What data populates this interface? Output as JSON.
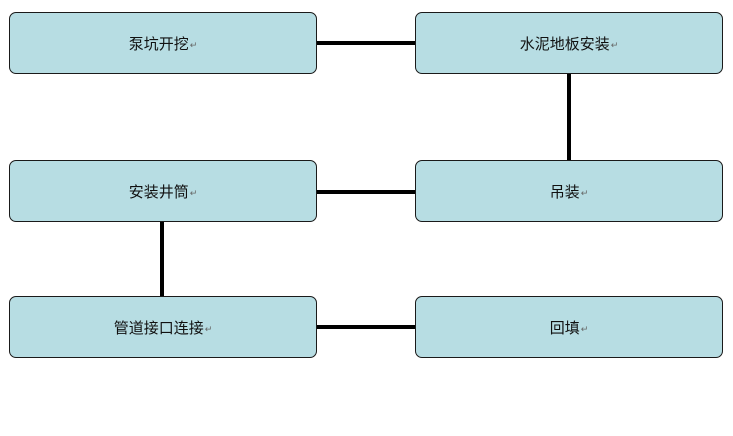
{
  "diagram": {
    "nodes": [
      {
        "id": "n1",
        "label": "泵坑开挖",
        "mark": "↵"
      },
      {
        "id": "n2",
        "label": "水泥地板安装",
        "mark": "↵"
      },
      {
        "id": "n3",
        "label": "安装井筒",
        "mark": "↵"
      },
      {
        "id": "n4",
        "label": "吊装",
        "mark": "↵"
      },
      {
        "id": "n5",
        "label": "管道接口连接",
        "mark": "↵"
      },
      {
        "id": "n6",
        "label": "回填",
        "mark": "↵"
      }
    ],
    "edges": [
      {
        "from": "泵坑开挖",
        "to": "水泥地板安装"
      },
      {
        "from": "水泥地板安装",
        "to": "吊装"
      },
      {
        "from": "吊装",
        "to": "安装井筒"
      },
      {
        "from": "安装井筒",
        "to": "管道接口连接"
      },
      {
        "from": "管道接口连接",
        "to": "回填"
      }
    ],
    "colors": {
      "node_fill": "#b7dde3",
      "node_border": "#1a1a1a",
      "connector": "#000000"
    }
  }
}
